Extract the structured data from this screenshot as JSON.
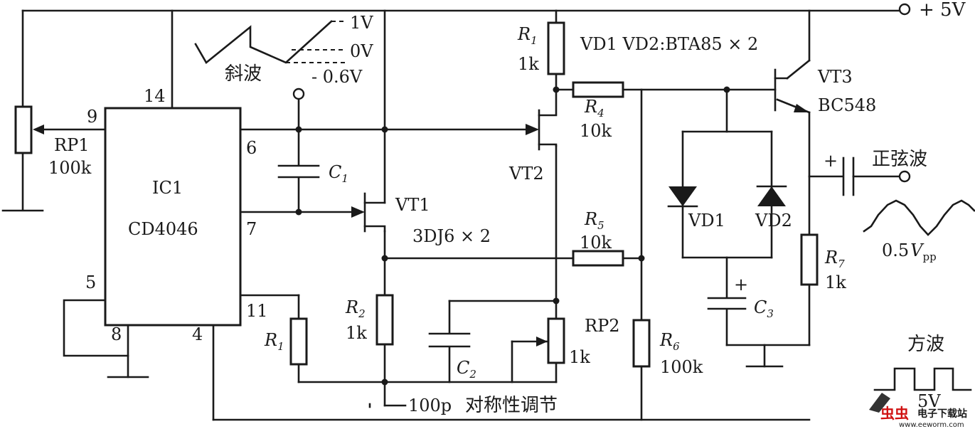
{
  "supply": {
    "label": "+ 5V"
  },
  "ic1": {
    "name": "IC1",
    "part": "CD4046",
    "pins": [
      "14",
      "9",
      "6",
      "7",
      "5",
      "8",
      "4",
      "11"
    ]
  },
  "rp1": {
    "name": "RP1",
    "value": "100k"
  },
  "c1": {
    "name": "C",
    "sub": "1"
  },
  "c2": {
    "name": "C",
    "sub": "2"
  },
  "c3": {
    "name": "C",
    "sub": "3",
    "polarity": "+"
  },
  "vt1": {
    "name": "VT1",
    "part": "3DJ6 × 2"
  },
  "vt2": {
    "name": "VT2"
  },
  "vt3": {
    "name": "VT3",
    "part": "BC548"
  },
  "r1_top": {
    "name": "R",
    "sub": "1",
    "value": "1k"
  },
  "r1_bottom": {
    "name": "R",
    "sub": "1"
  },
  "r2": {
    "name": "R",
    "sub": "2",
    "value": "1k"
  },
  "r4": {
    "name": "R",
    "sub": "4",
    "value": "10k"
  },
  "r5": {
    "name": "R",
    "sub": "5",
    "value": "10k"
  },
  "r6": {
    "name": "R",
    "sub": "6",
    "value": "100k"
  },
  "r7": {
    "name": "R",
    "sub": "7",
    "value": "1k"
  },
  "rp2": {
    "name": "RP2",
    "value": "1k"
  },
  "diodes": {
    "note": "VD1 VD2:BTA85 × 2",
    "vd1": "VD1",
    "vd2": "VD2"
  },
  "ramp_wave": {
    "label": "斜波",
    "levels": [
      "1V",
      "0V",
      "- 0.6V"
    ]
  },
  "sine_wave": {
    "label": "正弦波",
    "polarity": "+",
    "amp": "0.5",
    "amp_unit": "V",
    "amp_sub": "pp"
  },
  "square_wave": {
    "label": "方波",
    "amp": "5V"
  },
  "cap_note": "100p",
  "symmetry": "对称性调节",
  "watermark": {
    "logo": "虫虫",
    "line1": "电子下载站",
    "line2": "www.eeworm.com"
  }
}
